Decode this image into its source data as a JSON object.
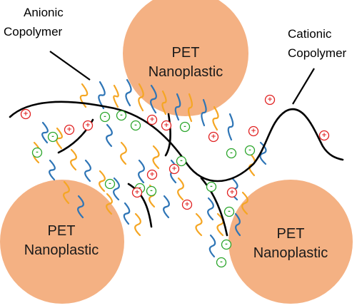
{
  "labels": {
    "anionic_line1": "Anionic",
    "anionic_line2": "Copolymer",
    "cationic_line1": "Cationic",
    "cationic_line2": "Copolymer"
  },
  "particles": [
    {
      "name": "nanoplastic-top",
      "line1": "PET",
      "line2": "Nanoplastic"
    },
    {
      "name": "nanoplastic-bottom-left",
      "line1": "PET",
      "line2": "Nanoplastic"
    },
    {
      "name": "nanoplastic-bottom-right",
      "line1": "PET",
      "line2": "Nanoplastic"
    }
  ],
  "charges": {
    "positive": "+",
    "negative": "-"
  },
  "colors": {
    "particle_fill": "#f4b183",
    "backbone": "#000000",
    "anionic_chain": "#2e75b6",
    "orange_chain": "#f5a623",
    "positive": "#e02020",
    "negative": "#2aa52a"
  }
}
